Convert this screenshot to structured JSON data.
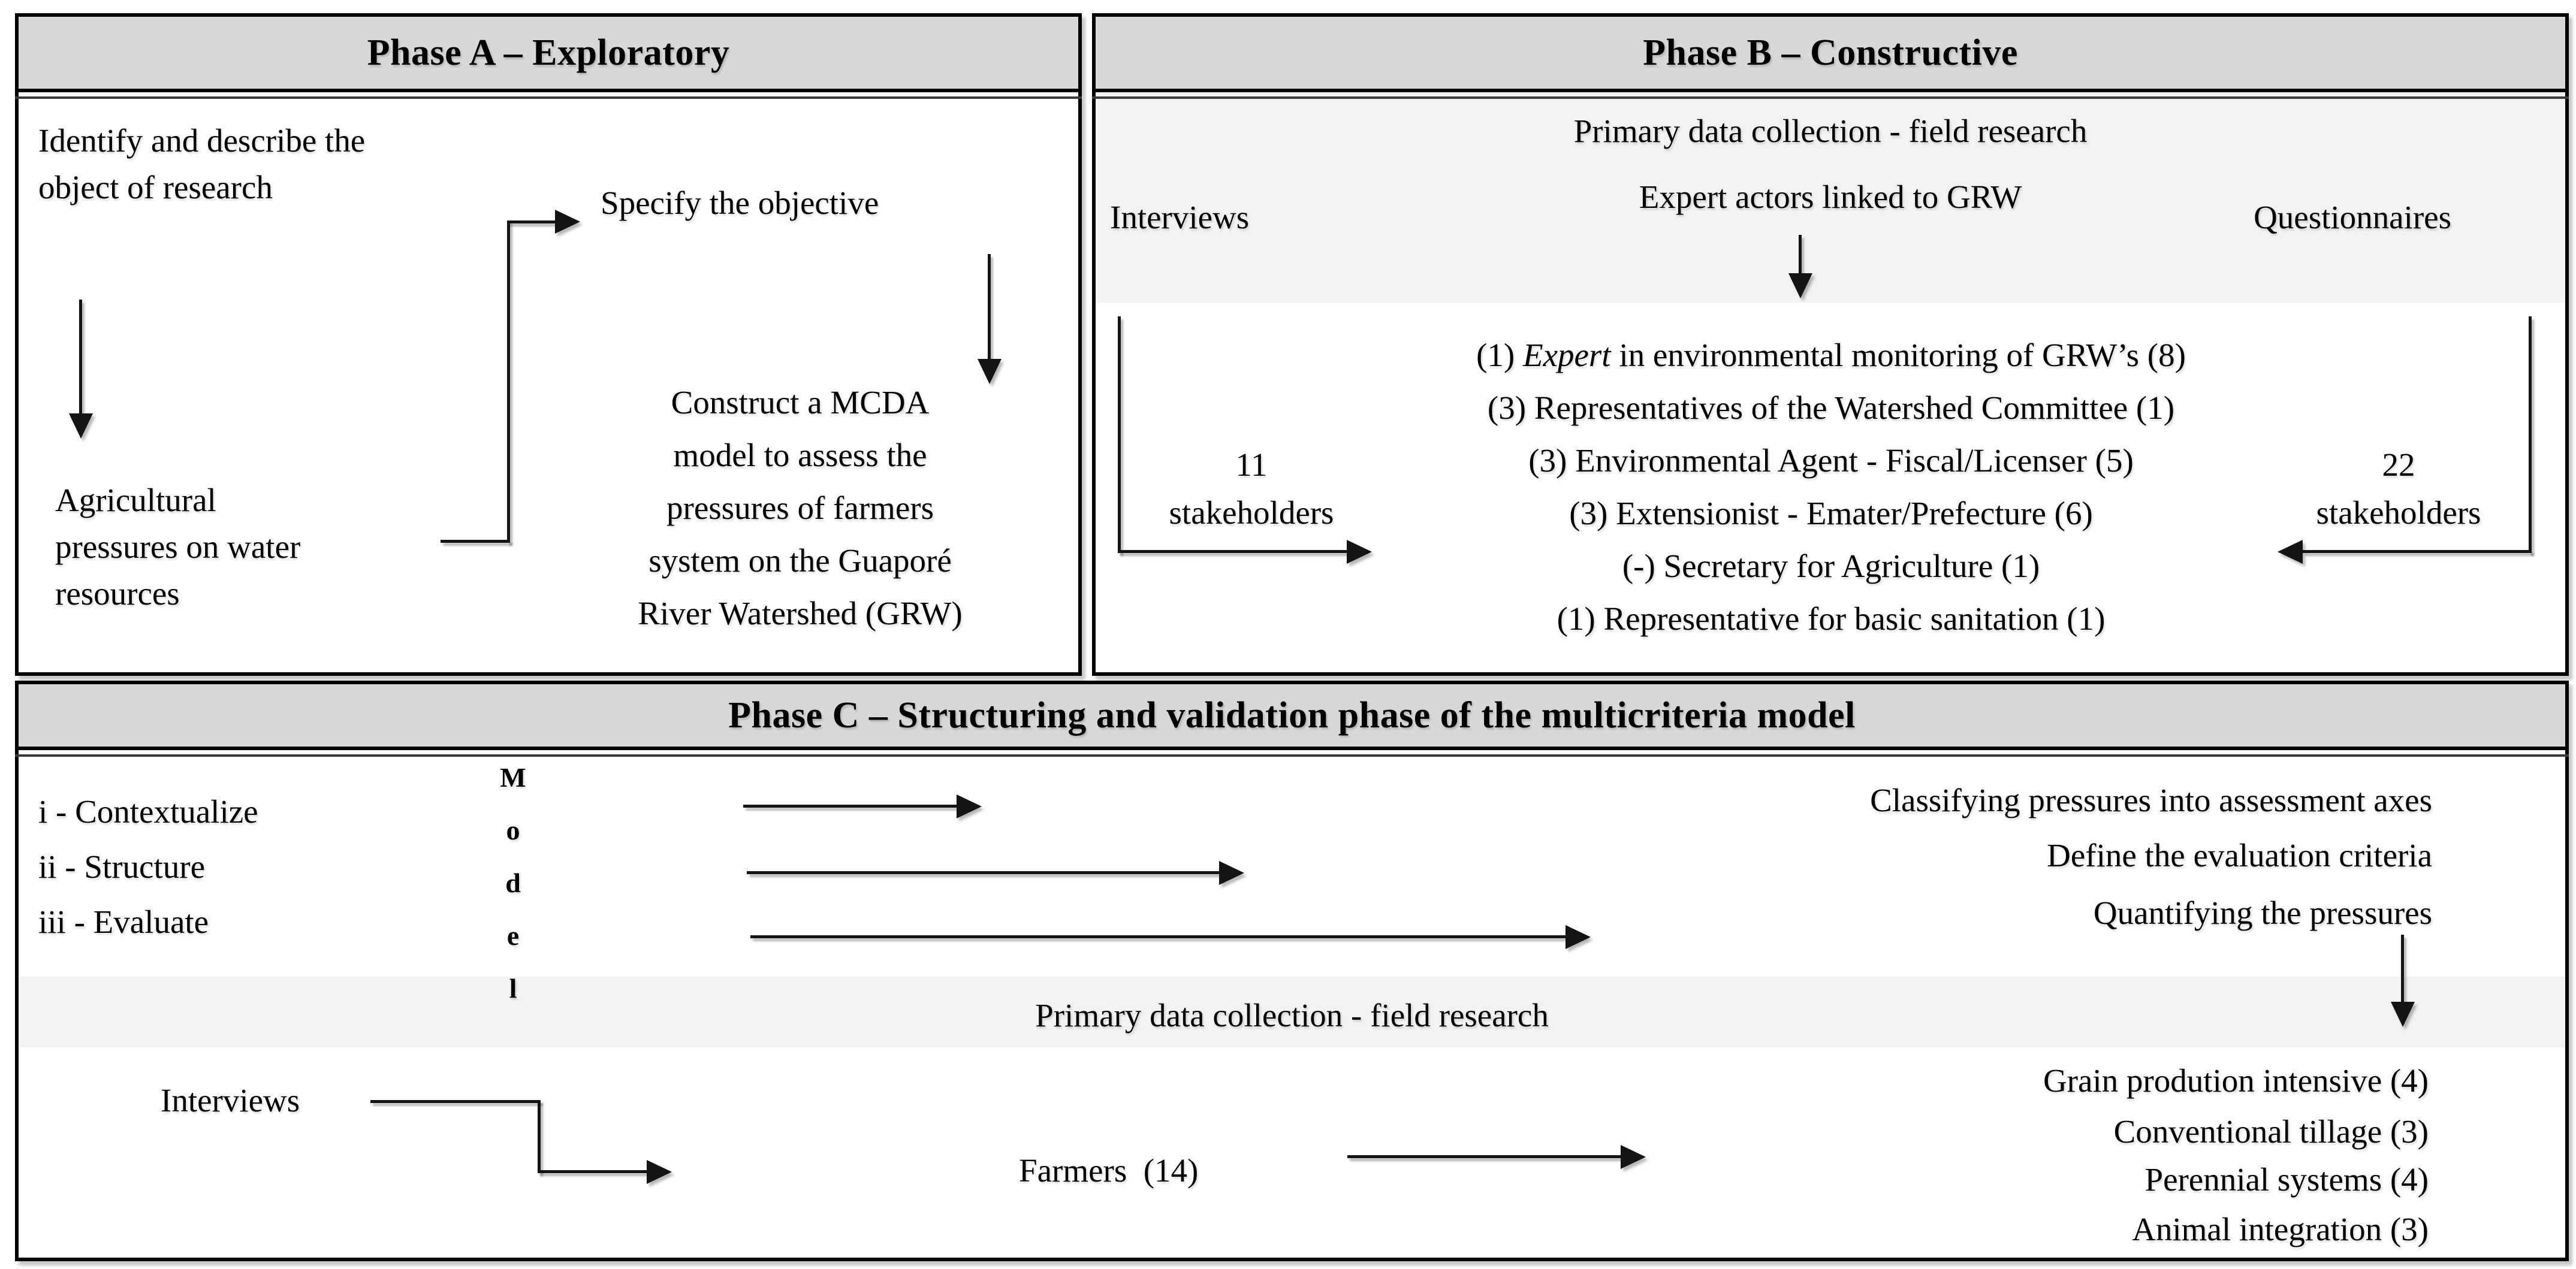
{
  "colors": {
    "header_bg": "#d8d8d8",
    "subband_bg": "#f2f2f2",
    "line": "#141414",
    "text": "#000000"
  },
  "phase_a": {
    "title": "Phase A – Exploratory",
    "identify": "Identify and describe the\nobject of research",
    "agricultural": "Agricultural\npressures on water\nresources",
    "specify": "Specify the objective",
    "construct": "Construct a MCDA\nmodel to assess the\npressures of farmers\nsystem on the Guaporé\nRiver Watershed (GRW)"
  },
  "phase_b": {
    "title": "Phase B – Constructive",
    "primary": "Primary data collection - field research",
    "expert_actors": "Expert actors linked to GRW",
    "interviews": "Interviews",
    "questionnaires": "Questionnaires",
    "left_count": "11\nstakeholders",
    "right_count": "22\nstakeholders",
    "stakeholders": [
      {
        "pre": "(1) ",
        "em": "Expert",
        "post": " in environmental monitoring of GRW’s (8)"
      },
      {
        "pre": "(3) Representatives of the Watershed Committee (1)",
        "em": "",
        "post": ""
      },
      {
        "pre": "(3) Environmental Agent - Fiscal/Licenser (5)",
        "em": "",
        "post": ""
      },
      {
        "pre": "(3) Extensionist - Emater/Prefecture (6)",
        "em": "",
        "post": ""
      },
      {
        "pre": "(-) Secretary for Agriculture (1)",
        "em": "",
        "post": ""
      },
      {
        "pre": "(1) Representative for basic sanitation (1)",
        "em": "",
        "post": ""
      }
    ]
  },
  "phase_c": {
    "title": "Phase C – Structuring and validation phase of the multicriteria model",
    "step_i": "i - Contextualize",
    "step_ii": "ii - Structure",
    "step_iii": "iii - Evaluate",
    "model_vertical": "M\no\nd\ne\nl",
    "outputs": [
      "Classifying pressures into assessment axes",
      "Define the evaluation criteria",
      "Quantifying the pressures"
    ],
    "primary": "Primary data collection - field research",
    "interviews": "Interviews",
    "farmers": "Farmers  (14)",
    "farmer_systems": [
      "Grain prodution intensive (4)",
      "Conventional tillage (3)",
      "Perennial systems (4)",
      "Animal integration (3)"
    ]
  }
}
